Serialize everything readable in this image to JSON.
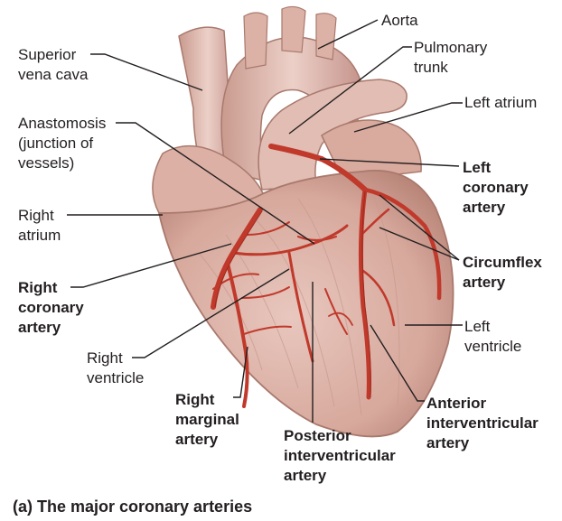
{
  "caption": "(a) The major coronary arteries",
  "labels": {
    "aorta": "Aorta",
    "pulmonary_trunk": "Pulmonary\ntrunk",
    "left_atrium": "Left atrium",
    "left_coronary_artery": "Left\ncoronary\nartery",
    "circumflex_artery": "Circumflex\nartery",
    "left_ventricle": "Left\nventricle",
    "anterior_interventricular_artery": "Anterior\ninterventricular\nartery",
    "posterior_interventricular_artery": "Posterior\ninterventricular\nartery",
    "right_marginal_artery": "Right\nmarginal\nartery",
    "right_ventricle": "Right\nventricle",
    "right_coronary_artery": "Right\ncoronary\nartery",
    "right_atrium": "Right\natrium",
    "anastomosis": "Anastomosis\n(junction of\nvessels)",
    "superior_vena_cava": "Superior\nvena cava"
  },
  "colors": {
    "heart_tissue": "#ddb3a8",
    "heart_shadow": "#b98579",
    "artery": "#c0392b",
    "artery_dark": "#8e2418",
    "leader_line": "#231f20",
    "text": "#231f20"
  }
}
